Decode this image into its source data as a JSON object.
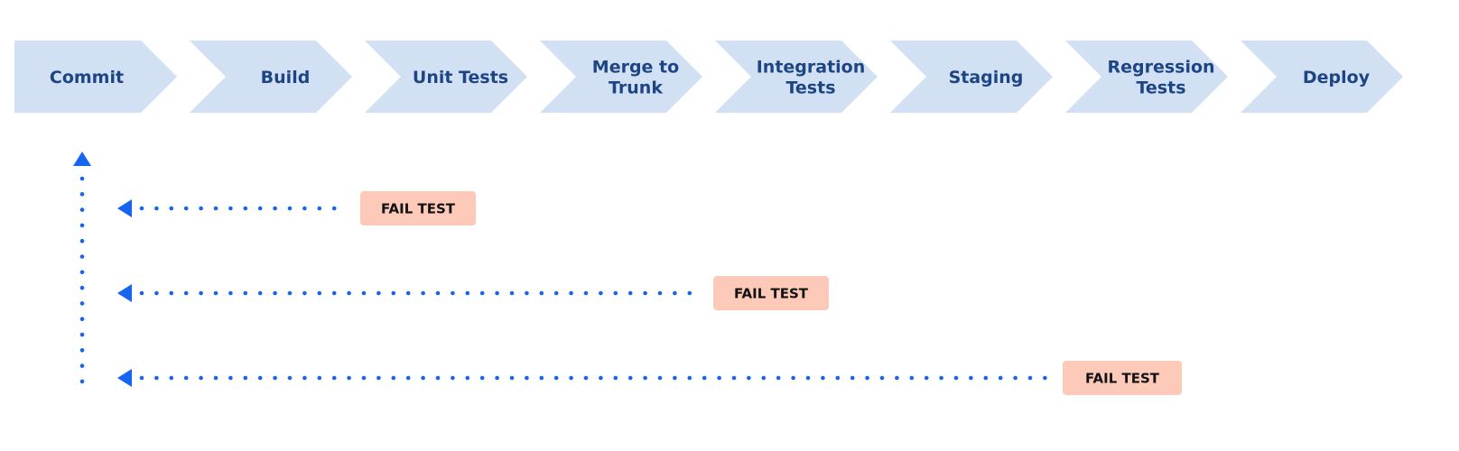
{
  "pipeline": {
    "stages": [
      {
        "label": [
          "Commit"
        ]
      },
      {
        "label": [
          "Build"
        ]
      },
      {
        "label": [
          "Unit Tests"
        ]
      },
      {
        "label": [
          "Merge to",
          "Trunk"
        ]
      },
      {
        "label": [
          "Integration",
          "Tests"
        ]
      },
      {
        "label": [
          "Staging"
        ]
      },
      {
        "label": [
          "Regression",
          "Tests"
        ]
      },
      {
        "label": [
          "Deploy"
        ]
      }
    ],
    "feedback": [
      {
        "label": "FAIL TEST",
        "from_stage": "Unit Tests"
      },
      {
        "label": "FAIL TEST",
        "from_stage": "Integration Tests"
      },
      {
        "label": "FAIL TEST",
        "from_stage": "Regression Tests"
      }
    ]
  },
  "colors": {
    "stage_fill": "#d2e0f4",
    "stage_text": "#1d4584",
    "arrow": "#1565f0",
    "fail_fill": "#fdc9b8",
    "fail_text": "#111111"
  }
}
